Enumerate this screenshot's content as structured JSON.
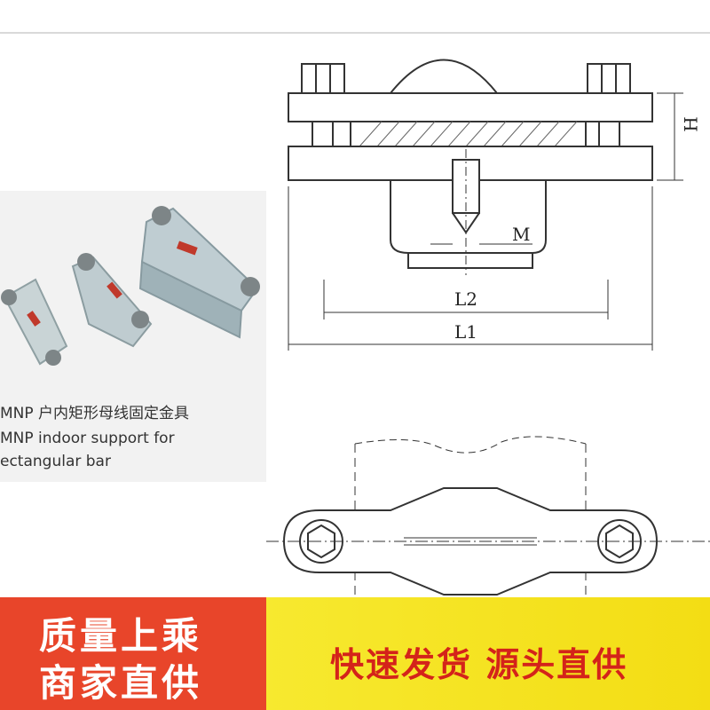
{
  "product_photo": {
    "caption_cn": "MNP 户内矩形母线固定金具",
    "caption_en_line1": "MNP indoor support for",
    "caption_en_line2": "ectangular bar"
  },
  "drawing": {
    "labels": {
      "h": "H",
      "m": "M",
      "l2": "L2",
      "l1": "L1"
    }
  },
  "banner": {
    "left_line1": "质量上乘",
    "left_line2": "商家直供",
    "right_text": "快速发货 源头直供",
    "colors": {
      "left_bg": "#e8452a",
      "right_bg": "#f5e21f",
      "right_text": "#d4231a"
    }
  }
}
